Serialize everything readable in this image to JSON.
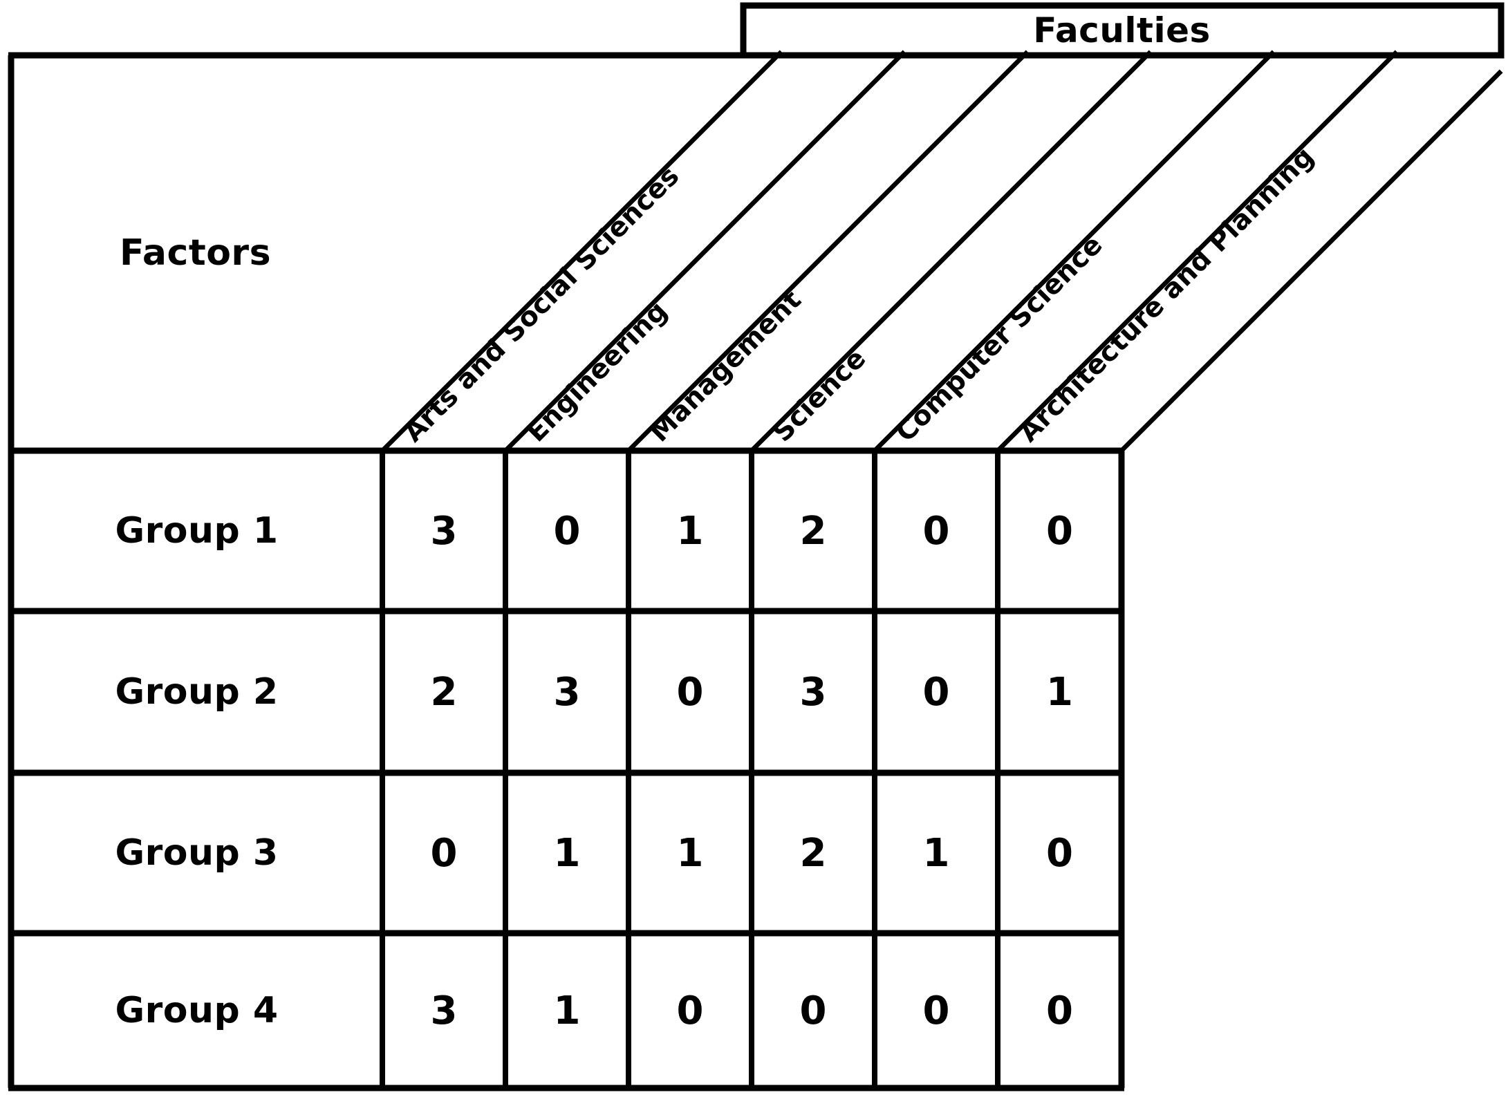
{
  "header": {
    "faculties_label": "Faculties",
    "factors_label": "Factors"
  },
  "chart_data": {
    "type": "table",
    "title": "Faculties",
    "xlabel": "Faculties",
    "ylabel": "Factors",
    "corner_label": "Factors",
    "group_header": "Faculties",
    "categories": [
      "Arts and Social Sciences",
      "Engineering",
      "Management",
      "Science",
      "Computer Science",
      "Architecture and Planning"
    ],
    "row_labels": [
      "Group 1",
      "Group 2",
      "Group 3",
      "Group 4"
    ],
    "series": [
      {
        "name": "Group 1",
        "values": [
          3,
          0,
          1,
          2,
          0,
          0
        ]
      },
      {
        "name": "Group 2",
        "values": [
          2,
          3,
          0,
          3,
          0,
          1
        ]
      },
      {
        "name": "Group 3",
        "values": [
          0,
          1,
          1,
          2,
          1,
          0
        ]
      },
      {
        "name": "Group 4",
        "values": [
          3,
          1,
          0,
          0,
          0,
          0
        ]
      }
    ],
    "rows": [
      {
        "label": "Group 1",
        "cells": [
          "3",
          "0",
          "1",
          "2",
          "0",
          "0"
        ]
      },
      {
        "label": "Group 2",
        "cells": [
          "2",
          "3",
          "0",
          "3",
          "0",
          "1"
        ]
      },
      {
        "label": "Group 3",
        "cells": [
          "0",
          "1",
          "1",
          "2",
          "1",
          "0"
        ]
      },
      {
        "label": "Group 4",
        "cells": [
          "3",
          "1",
          "0",
          "0",
          "0",
          "0"
        ]
      }
    ],
    "grid": true,
    "legend": "none"
  },
  "colors": {
    "line": "#000000",
    "text": "#000000",
    "background": "#ffffff"
  }
}
